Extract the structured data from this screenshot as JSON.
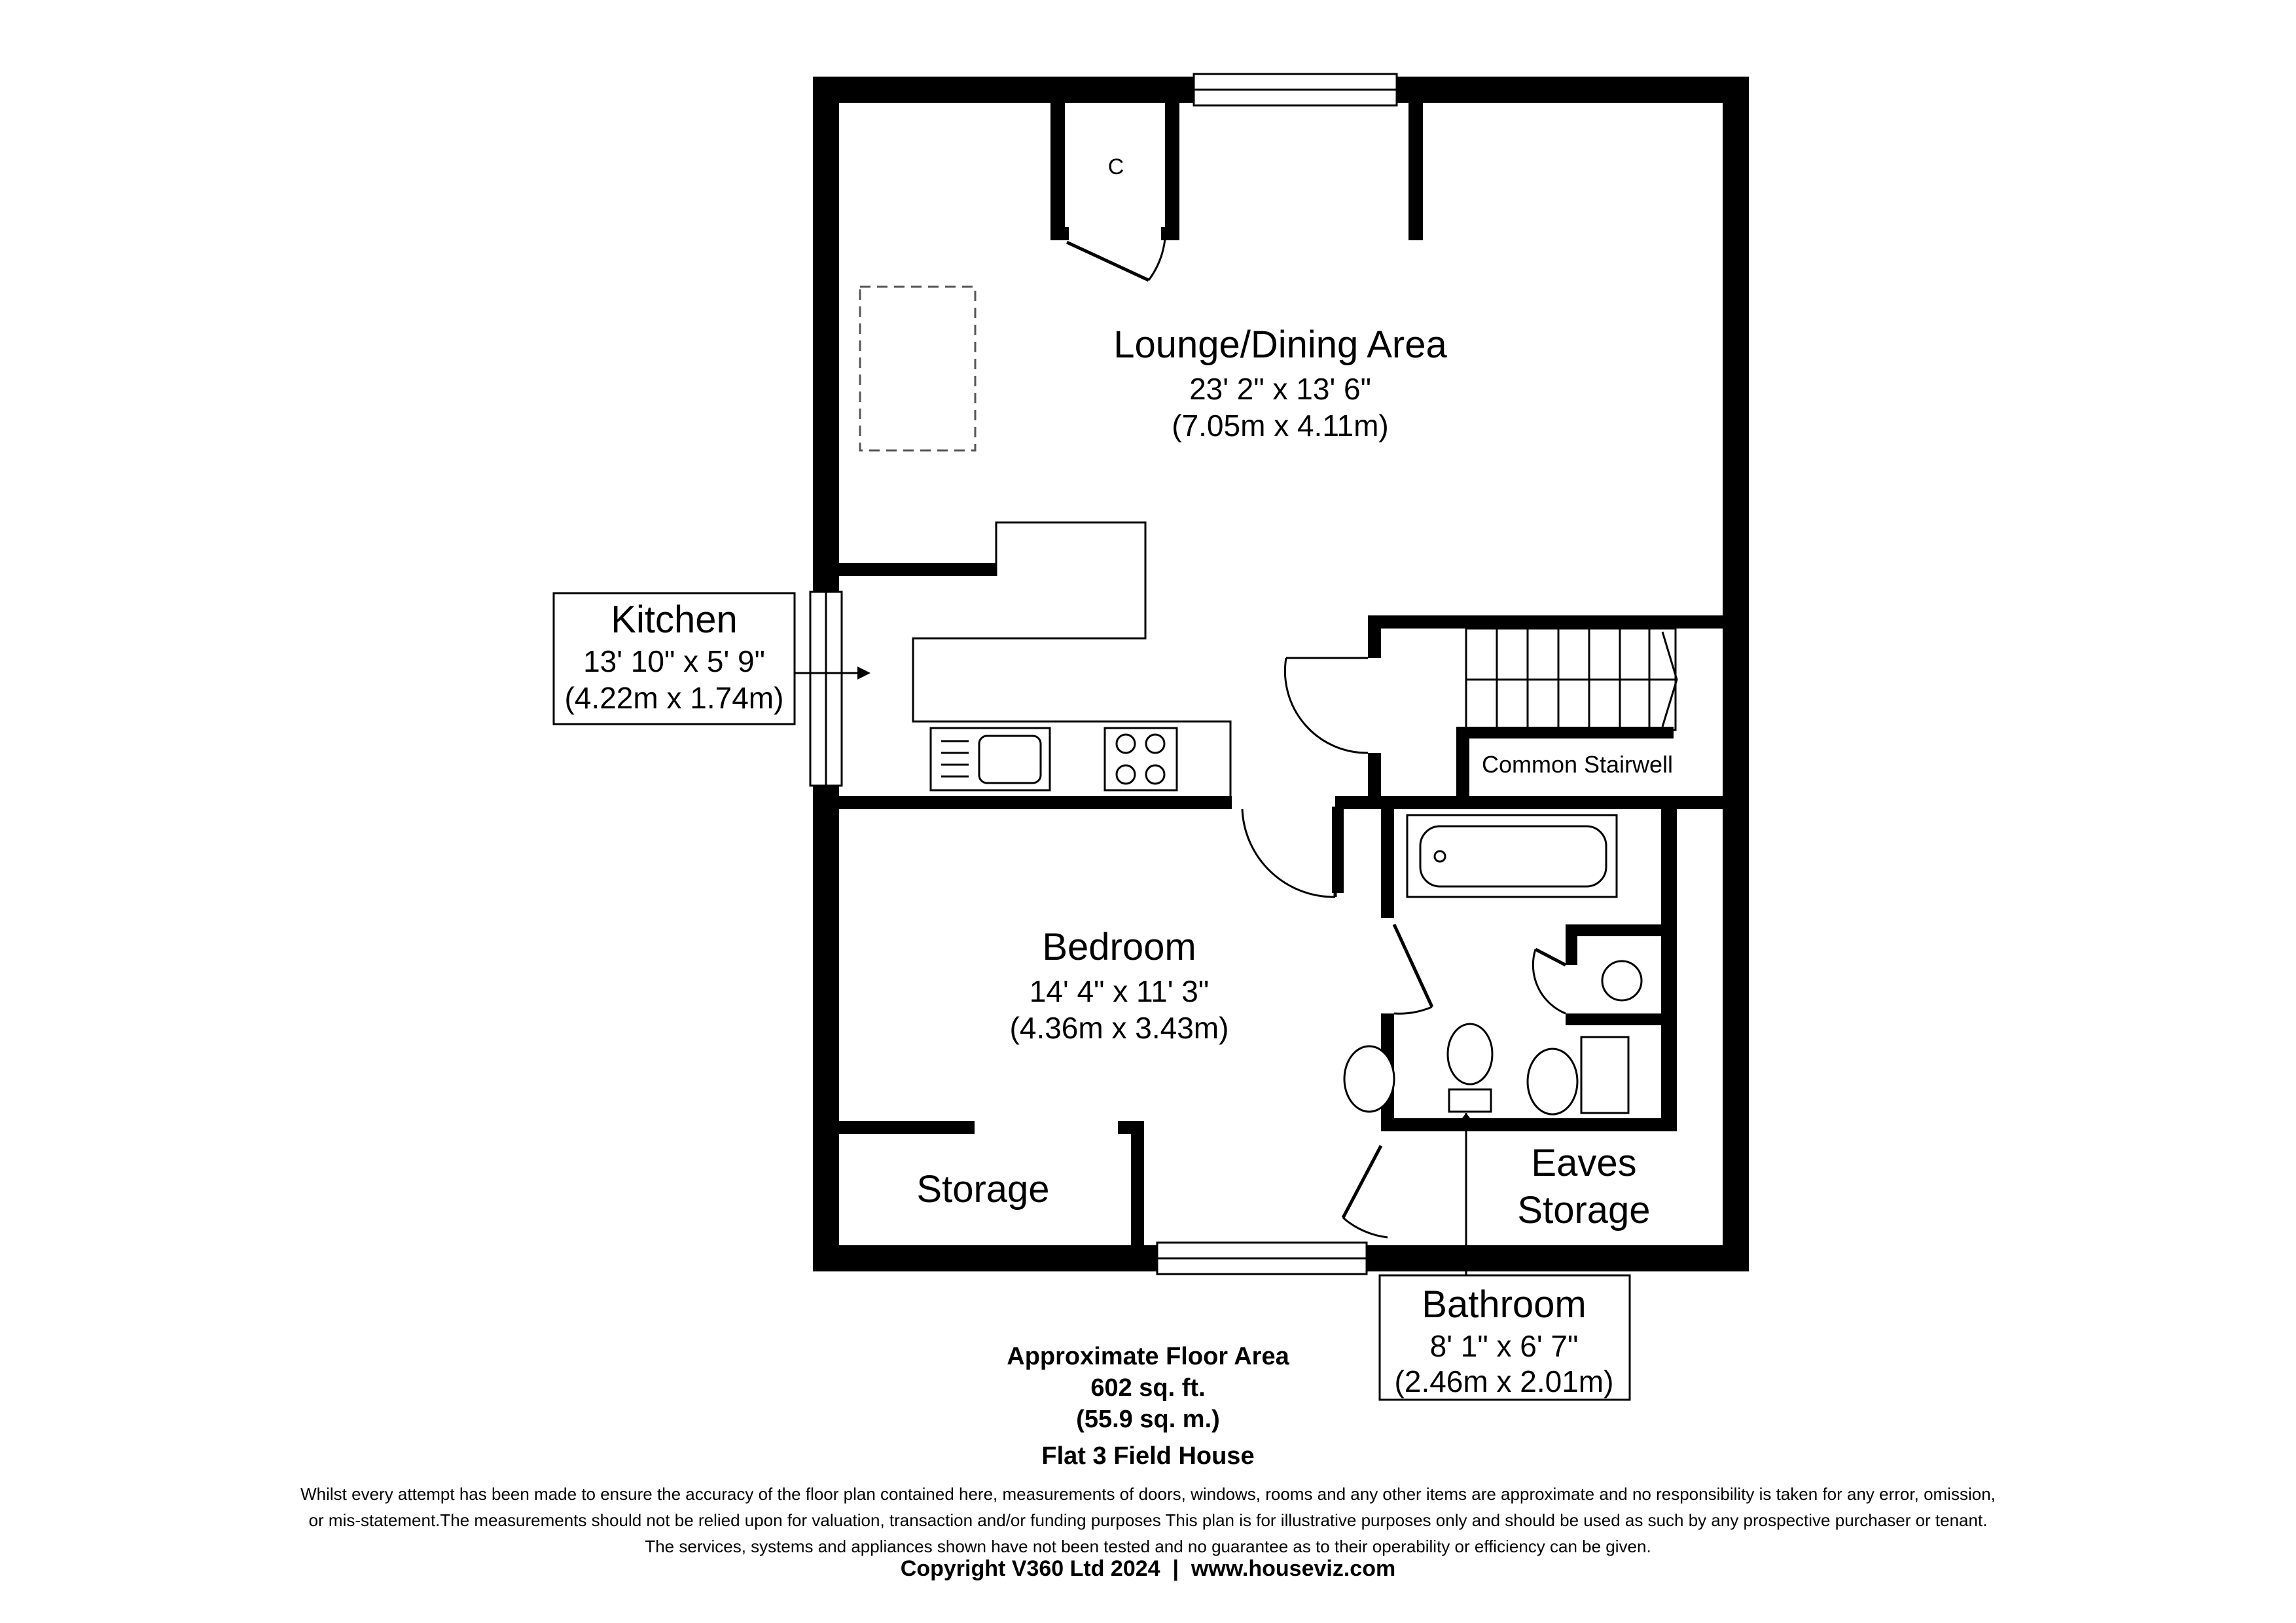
{
  "rooms": {
    "lounge": {
      "name": "Lounge/Dining Area",
      "imperial": "23' 2\" x 13' 6\"",
      "metric": "(7.05m x 4.11m)"
    },
    "kitchen": {
      "name": "Kitchen",
      "imperial": "13' 10\" x 5' 9\"",
      "metric": "(4.22m x 1.74m)"
    },
    "bedroom": {
      "name": "Bedroom",
      "imperial": "14' 4\" x 11' 3\"",
      "metric": "(4.36m x 3.43m)"
    },
    "bathroom": {
      "name": "Bathroom",
      "imperial": "8' 1\" x 6' 7\"",
      "metric": "(2.46m x 2.01m)"
    },
    "storage": {
      "name": "Storage"
    },
    "eaves": {
      "line1": "Eaves",
      "line2": "Storage"
    },
    "stairwell": {
      "name": "Common Stairwell"
    },
    "cupboard": {
      "name": "C"
    }
  },
  "summary": {
    "heading": "Approximate Floor Area",
    "sqft": "602 sq. ft.",
    "sqm": "(55.9 sq. m.)",
    "property": "Flat 3 Field House"
  },
  "disclaimer": [
    "Whilst every attempt has been made to ensure the accuracy of the floor plan contained here, measurements of doors, windows, rooms and any other items are approximate and no responsibility is taken for any error, omission,",
    "or mis-statement.The measurements should not be relied upon for valuation, transaction and/or funding purposes This plan is for illustrative purposes only and should be used as such by any prospective purchaser or tenant.",
    "The services, systems and appliances shown have not been tested and no guarantee as to their operability or efficiency can be given."
  ],
  "copyright": "Copyright V360 Ltd 2024  |  www.houseviz.com"
}
